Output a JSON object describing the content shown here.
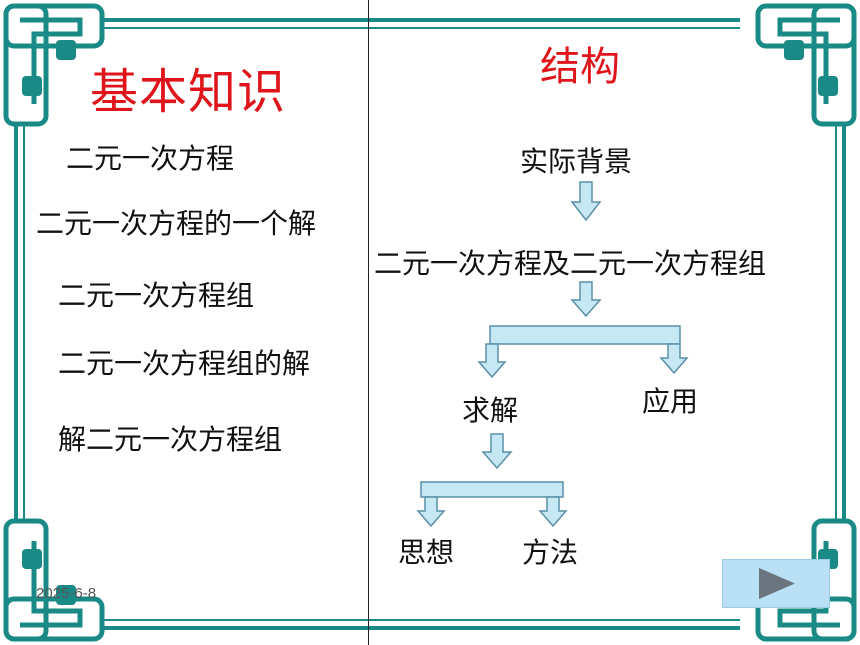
{
  "titles": {
    "basic_knowledge": "基本知识",
    "structure": "结构"
  },
  "basic_items": [
    "二元一次方程",
    "二元一次方程的一个解",
    "二元一次方程组",
    "二元一次方程组的解",
    "解二元一次方程组"
  ],
  "flow": {
    "background": "实际背景",
    "equations": "二元一次方程及二元一次方程组",
    "solve": "求解",
    "application": "应用",
    "thought": "思想",
    "method": "方法"
  },
  "footer": {
    "date": "2025-6-8"
  },
  "controls": {
    "play_icon": "play-triangle-icon"
  },
  "colors": {
    "frame": "#1a8a86",
    "title": "#e0151b",
    "box_fill": "#c6e7f4",
    "box_stroke": "#5a8fa8",
    "play_bg": "#b9e0f5"
  }
}
